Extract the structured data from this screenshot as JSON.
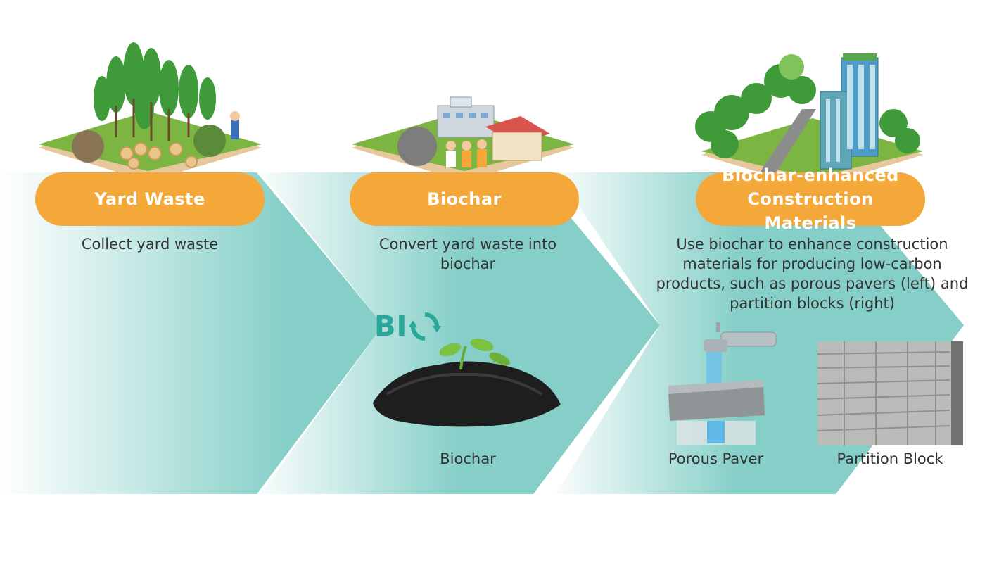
{
  "colors": {
    "arrow_teal": "#85cfc8",
    "pill_orange": "#f4a83a",
    "grass_green": "#7cb542",
    "biochar_teal": "#2aa79b"
  },
  "stages": [
    {
      "title": "Yard Waste",
      "description": "Collect yard waste",
      "icon": "forest-island-icon"
    },
    {
      "title": "Biochar",
      "description": "Convert yard waste into biochar",
      "icon": "factory-island-icon"
    },
    {
      "title_line1": "Biochar-enhanced",
      "title_line2": "Construction Materials",
      "description": "Use biochar to enhance construction materials for producing low-carbon products, such as porous pavers (left) and partition blocks (right)",
      "icon": "city-island-icon"
    }
  ],
  "logo": {
    "text": "BI"
  },
  "captions": {
    "biochar": "Biochar",
    "porous_paver": "Porous Paver",
    "partition_block": "Partition Block"
  }
}
